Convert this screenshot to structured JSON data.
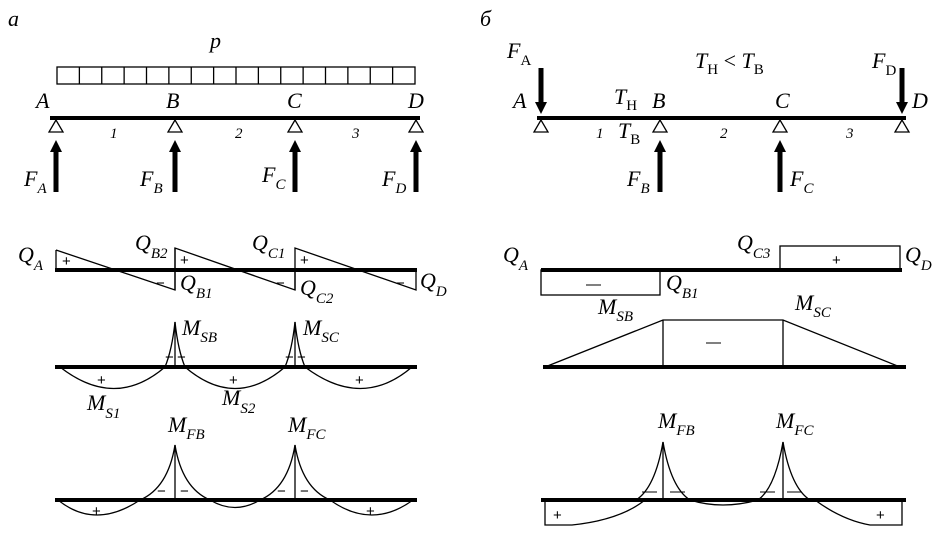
{
  "panels": {
    "a": {
      "title": "а"
    },
    "b": {
      "title": "б"
    }
  },
  "a": {
    "load": "p",
    "supports": {
      "A": "A",
      "B": "B",
      "C": "C",
      "D": "D"
    },
    "spans": {
      "s1": "1",
      "s2": "2",
      "s3": "3"
    },
    "forces": {
      "FA": {
        "m": "F",
        "s": "A"
      },
      "FB": {
        "m": "F",
        "s": "B"
      },
      "FC": {
        "m": "F",
        "s": "C"
      },
      "FD": {
        "m": "F",
        "s": "D"
      }
    },
    "shear": {
      "QA": {
        "m": "Q",
        "s": "A"
      },
      "QB2": {
        "m": "Q",
        "s": "B2"
      },
      "QB1": {
        "m": "Q",
        "s": "B1"
      },
      "QC1": {
        "m": "Q",
        "s": "C1"
      },
      "QC2": {
        "m": "Q",
        "s": "C2"
      },
      "QD": {
        "m": "Q",
        "s": "D"
      },
      "plus": "+",
      "minus": "−"
    },
    "moment_s": {
      "MSB": {
        "m": "M",
        "s": "SB"
      },
      "MSC": {
        "m": "M",
        "s": "SC"
      },
      "MS1": {
        "m": "M",
        "s": "S1"
      },
      "MS2": {
        "m": "M",
        "s": "S2"
      },
      "plus": "+",
      "minus": "−"
    },
    "moment_f": {
      "MFB": {
        "m": "M",
        "s": "FB"
      },
      "MFC": {
        "m": "M",
        "s": "FC"
      },
      "plus": "+",
      "minus": "−"
    }
  },
  "b": {
    "relation": {
      "t1": "T",
      "s1": "Н",
      "op": " < ",
      "t2": "T",
      "s2": "В"
    },
    "temps": {
      "TH": {
        "m": "T",
        "s": "Н"
      },
      "TB": {
        "m": "T",
        "s": "В"
      }
    },
    "supports": {
      "A": "A",
      "B": "B",
      "C": "C",
      "D": "D"
    },
    "spans": {
      "s1": "1",
      "s2": "2",
      "s3": "3"
    },
    "forces": {
      "FA": {
        "m": "F",
        "s": "A"
      },
      "FB": {
        "m": "F",
        "s": "B"
      },
      "FC": {
        "m": "F",
        "s": "C"
      },
      "FD": {
        "m": "F",
        "s": "D"
      }
    },
    "shear": {
      "QA": {
        "m": "Q",
        "s": "A"
      },
      "QC3": {
        "m": "Q",
        "s": "C3"
      },
      "QB1": {
        "m": "Q",
        "s": "B1"
      },
      "QD": {
        "m": "Q",
        "s": "D"
      },
      "plus": "+",
      "minus": "—"
    },
    "moment_s": {
      "MSB": {
        "m": "M",
        "s": "SB"
      },
      "MSC": {
        "m": "M",
        "s": "SC"
      },
      "minus": "—"
    },
    "moment_f": {
      "MFB": {
        "m": "M",
        "s": "FB"
      },
      "MFC": {
        "m": "M",
        "s": "FC"
      },
      "plus": "+",
      "minus": "—"
    }
  }
}
